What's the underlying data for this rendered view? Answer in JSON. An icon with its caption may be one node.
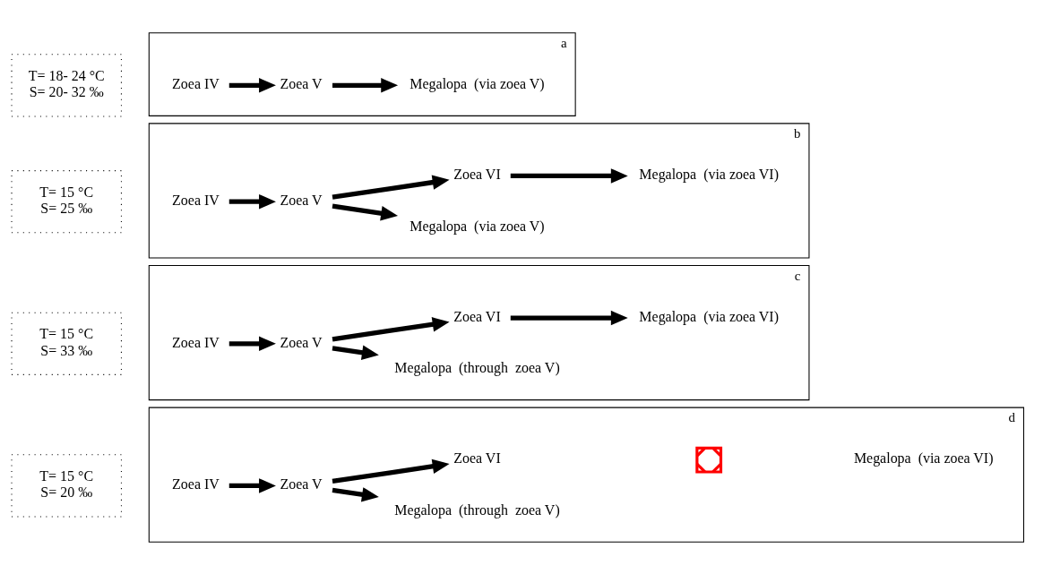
{
  "diagram": {
    "nodes": [
      {
        "text": [
          "T= 18- 24 °C",
          "S= 20- 32 ‰"
        ]
      },
      {
        "text": [
          "a"
        ]
      },
      {
        "text": [
          "Zoea IV"
        ],
        "in": 1
      },
      {
        "text": [
          "Zoea V"
        ],
        "in": 1
      },
      {
        "text": [
          "Megalopa  (via zoea V)"
        ],
        "in": 1
      },
      {
        "text": [
          "T= 15 °C",
          "S= 25 ‰"
        ]
      },
      {
        "text": [
          "b"
        ]
      },
      {
        "text": [
          "Zoea IV"
        ],
        "in": 6
      },
      {
        "text": [
          "Zoea V"
        ],
        "in": 6
      },
      {
        "text": [
          "Megalopa  (via zoea V)"
        ],
        "in": 6
      },
      {
        "text": [
          "Zoea VI"
        ],
        "in": 6
      },
      {
        "text": [
          "Megalopa  (via zoea VI)"
        ],
        "in": 6
      },
      {
        "text": [
          "T= 15 °C",
          "S= 33 ‰"
        ]
      },
      {
        "text": [
          "c"
        ]
      },
      {
        "text": [
          "Zoea IV"
        ],
        "in": 13
      },
      {
        "text": [
          "Zoea V"
        ],
        "in": 13
      },
      {
        "text": [
          "Megalopa  (through  zoea V)"
        ],
        "in": 13
      },
      {
        "text": [
          "Zoea VI"
        ],
        "in": 13
      },
      {
        "text": [
          "Megalopa  (via zoea VI)"
        ],
        "in": 13
      },
      {
        "text": [
          "T= 15 °C",
          "S= 20 ‰"
        ]
      },
      {
        "text": [
          "d"
        ]
      },
      {
        "text": [
          "Zoea IV"
        ],
        "in": 20
      },
      {
        "text": [
          "Zoea V"
        ],
        "in": 20
      },
      {
        "text": [
          "Megalopa  (through  zoea V)"
        ],
        "in": 20
      },
      {
        "text": [
          "Zoea VI"
        ],
        "in": 20
      },
      {
        "text": [],
        "shape": "cross",
        "in": 20
      },
      {
        "text": [
          "Megalopa  (via zoea VI)"
        ],
        "in": 20
      }
    ],
    "edges": [
      {
        "from": 2,
        "to": 3,
        "arrow": "to"
      },
      {
        "from": 3,
        "to": 4,
        "arrow": "to"
      },
      {
        "from": 7,
        "to": 8,
        "arrow": "to"
      },
      {
        "from": 8,
        "to": 9,
        "arrow": "to"
      },
      {
        "from": 8,
        "to": 10,
        "arrow": "to"
      },
      {
        "from": 10,
        "to": 11,
        "arrow": "to"
      },
      {
        "from": 14,
        "to": 15,
        "arrow": "to"
      },
      {
        "from": 15,
        "to": 16,
        "arrow": "to"
      },
      {
        "from": 15,
        "to": 17,
        "arrow": "to"
      },
      {
        "from": 17,
        "to": 18,
        "arrow": "to"
      },
      {
        "from": 21,
        "to": 22,
        "arrow": "to"
      },
      {
        "from": 22,
        "to": 23,
        "arrow": "to"
      },
      {
        "from": 22,
        "to": 24,
        "arrow": "to"
      }
    ]
  }
}
